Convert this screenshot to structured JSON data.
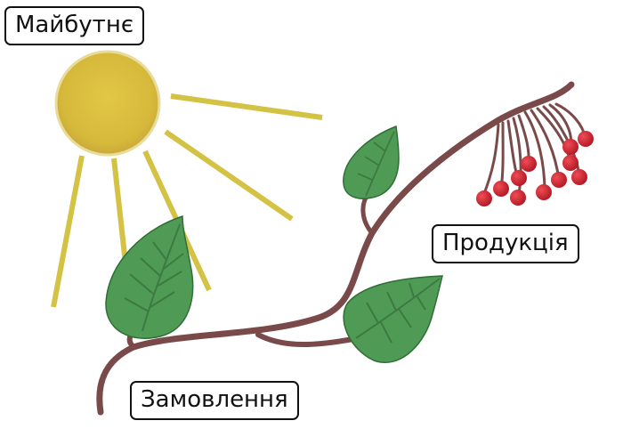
{
  "labels": {
    "future": "Майбутнє",
    "products": "Продукція",
    "orders": "Замовлення"
  },
  "icons": {
    "sun": "sun-icon",
    "leaf": "leaf-icon",
    "berry": "berry-icon",
    "branch": "branch-icon"
  },
  "colors": {
    "sun": "#d9bd3f",
    "sun_rays": "#d4c245",
    "leaf": "#4f9a55",
    "leaf_veins": "#3c7a41",
    "branch": "#7a4a4a",
    "berries": "#c8232f",
    "label_border": "#111111"
  }
}
